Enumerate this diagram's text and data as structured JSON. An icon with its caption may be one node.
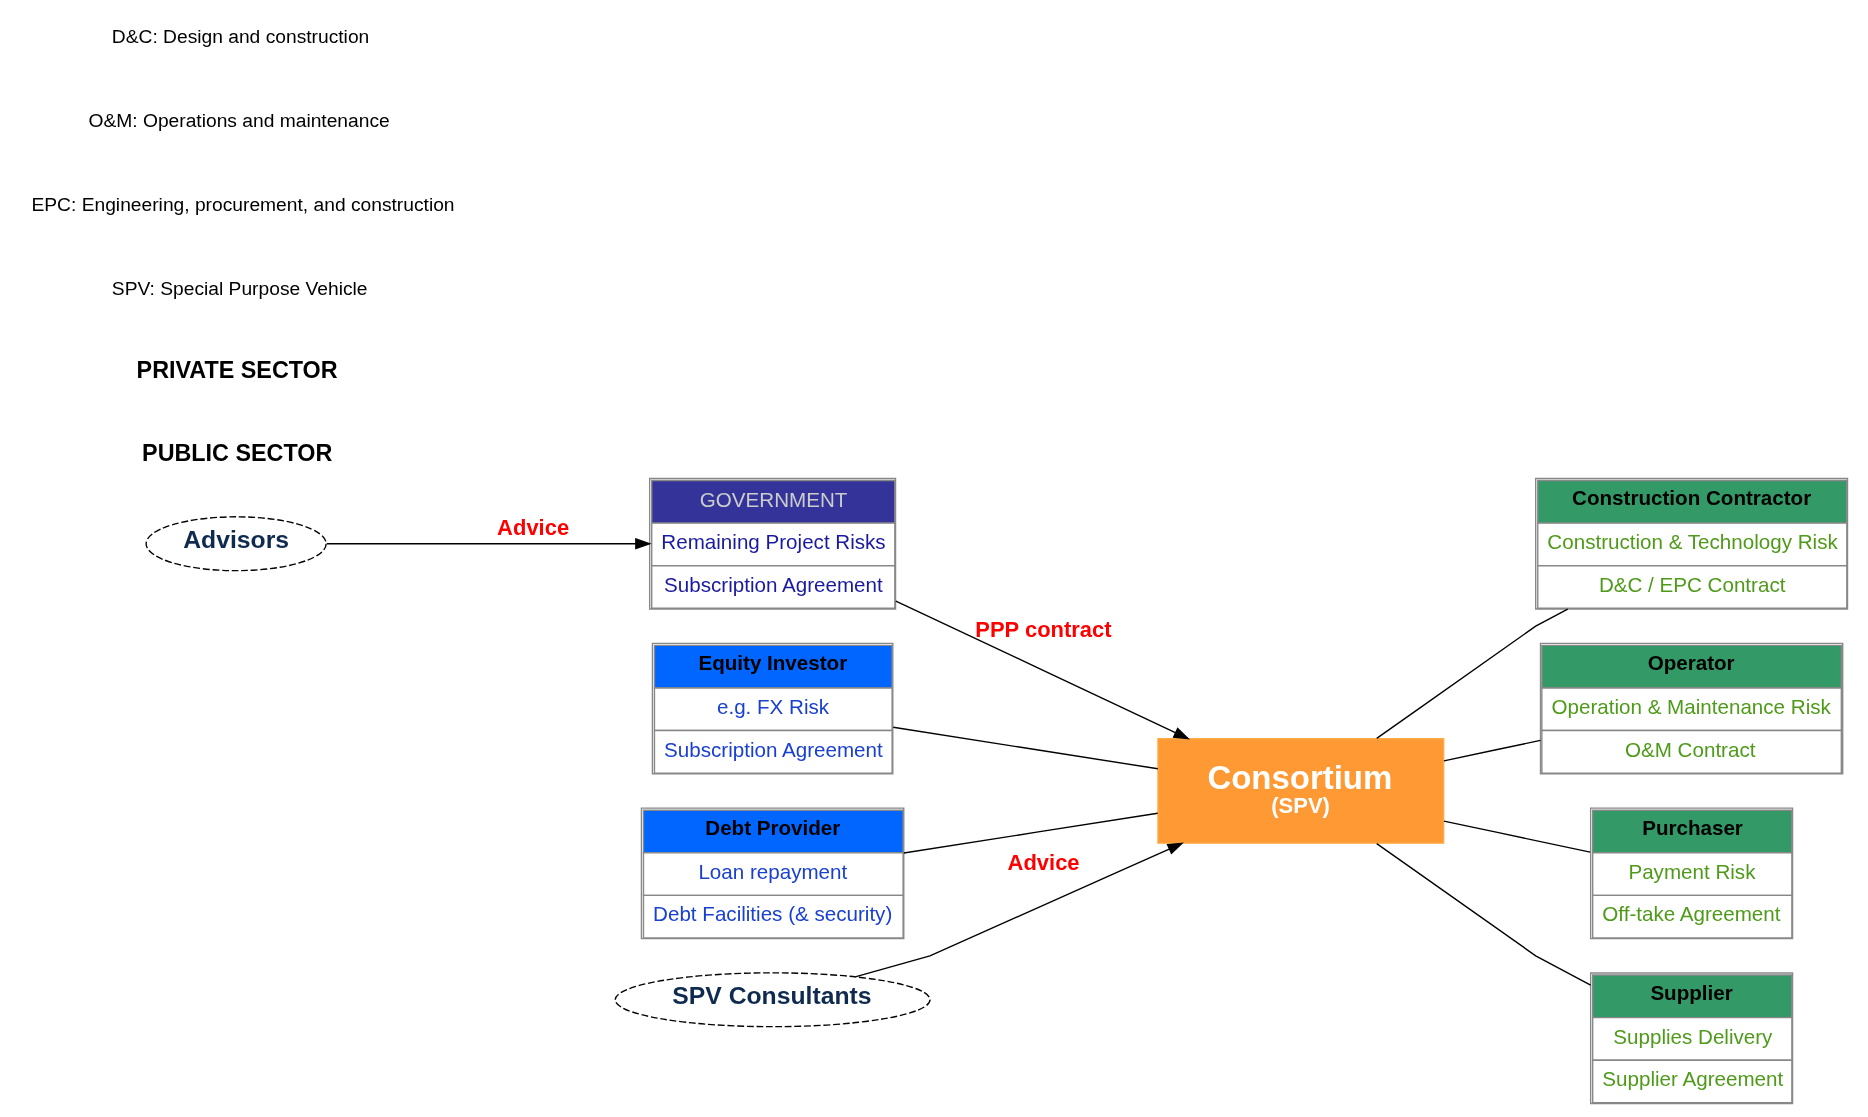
{
  "diagram": {
    "nodes": [
      {
        "text": [
          "Advisors"
        ]
      },
      {
        "text": [
          "GOVERNMENT",
          "Remaining Project Risks",
          "Subscription Agreement"
        ]
      },
      {
        "text": [
          "Equity Investor",
          "e.g. FX Risk",
          "Subscription Agreement"
        ]
      },
      {
        "text": [
          "Debt Provider",
          "Loan repayment",
          "Debt Facilities (& security)"
        ]
      },
      {
        "text": [
          "Consortium",
          "(SPV)"
        ]
      },
      {
        "text": [
          "SPV Consultants"
        ]
      },
      {
        "text": [
          "Construction Contractor",
          "Construction & Technology Risk",
          "D&C / EPC Contract"
        ]
      },
      {
        "text": [
          "Operator",
          "Operation & Maintenance Risk",
          "O&M Contract"
        ]
      },
      {
        "text": [
          "Purchaser",
          "Payment Risk",
          "Off-take Agreement"
        ]
      },
      {
        "text": [
          "Supplier",
          "Supplies Delivery",
          "Supplier Agreement"
        ]
      }
    ],
    "edges": [
      {
        "from": 0,
        "to": 1,
        "arrow": "to",
        "label": "Advice"
      },
      {
        "from": 1,
        "to": 4,
        "arrow": "to",
        "label": "PPP contract"
      },
      {
        "from": 2,
        "to": 4,
        "arrow": "none"
      },
      {
        "from": 3,
        "to": 4,
        "arrow": "none"
      },
      {
        "from": 5,
        "to": 4,
        "arrow": "to",
        "label": "Advice"
      },
      {
        "from": 4,
        "to": 6,
        "arrow": "none"
      },
      {
        "from": 4,
        "to": 7,
        "arrow": "none"
      },
      {
        "from": 4,
        "to": 8,
        "arrow": "none"
      },
      {
        "from": 4,
        "to": 9,
        "arrow": "none"
      }
    ],
    "labels": [
      "PUBLIC SECTOR",
      "PRIVATE SECTOR",
      "SPV: Special Purpose Vehicle",
      "EPC: Engineering, procurement, and construction",
      "O&M: Operations and maintenance",
      "D&C: Design and construction"
    ]
  }
}
